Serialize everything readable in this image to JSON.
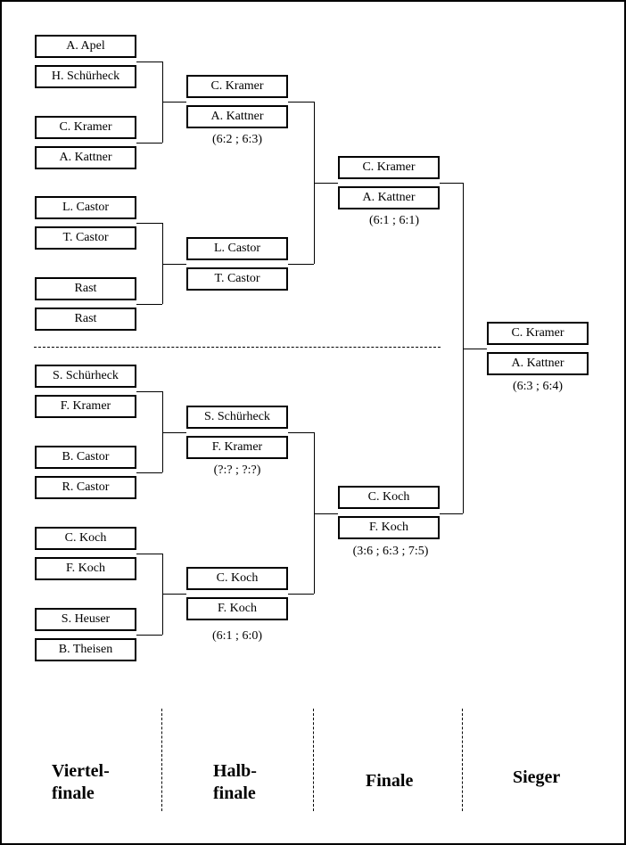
{
  "quarterfinal": {
    "q1": [
      "A. Apel",
      "H. Schürheck",
      "C. Kramer",
      "A. Kattner"
    ],
    "q2": [
      "L. Castor",
      "T. Castor",
      "Rast",
      "Rast"
    ],
    "q3": [
      "S. Schürheck",
      "F. Kramer",
      "B. Castor",
      "R. Castor"
    ],
    "q4": [
      "C. Koch",
      "F. Koch",
      "S. Heuser",
      "B. Theisen"
    ]
  },
  "semifinal": {
    "s1": [
      "C. Kramer",
      "A. Kattner"
    ],
    "s1_score": "(6:2 ; 6:3)",
    "s2": [
      "L. Castor",
      "T. Castor"
    ],
    "s3": [
      "S. Schürheck",
      "F. Kramer"
    ],
    "s3_score": "(?:? ; ?:?)",
    "s4": [
      "C. Koch",
      "F. Koch"
    ],
    "s4_score": "(6:1 ; 6:0)"
  },
  "final": {
    "f1": [
      "C. Kramer",
      "A. Kattner"
    ],
    "f1_score": "(6:1 ; 6:1)",
    "f2": [
      "C. Koch",
      "F. Koch"
    ],
    "f2_score": "(3:6 ; 6:3 ; 7:5)"
  },
  "winner": {
    "names": [
      "C. Kramer",
      "A. Kattner"
    ],
    "score": "(6:3 ; 6:4)"
  },
  "stages": {
    "quarterfinal_line1": "Viertel-",
    "quarterfinal_line2": "finale",
    "semifinal_line1": "Halb-",
    "semifinal_line2": "finale",
    "final": "Finale",
    "winner": "Sieger"
  }
}
